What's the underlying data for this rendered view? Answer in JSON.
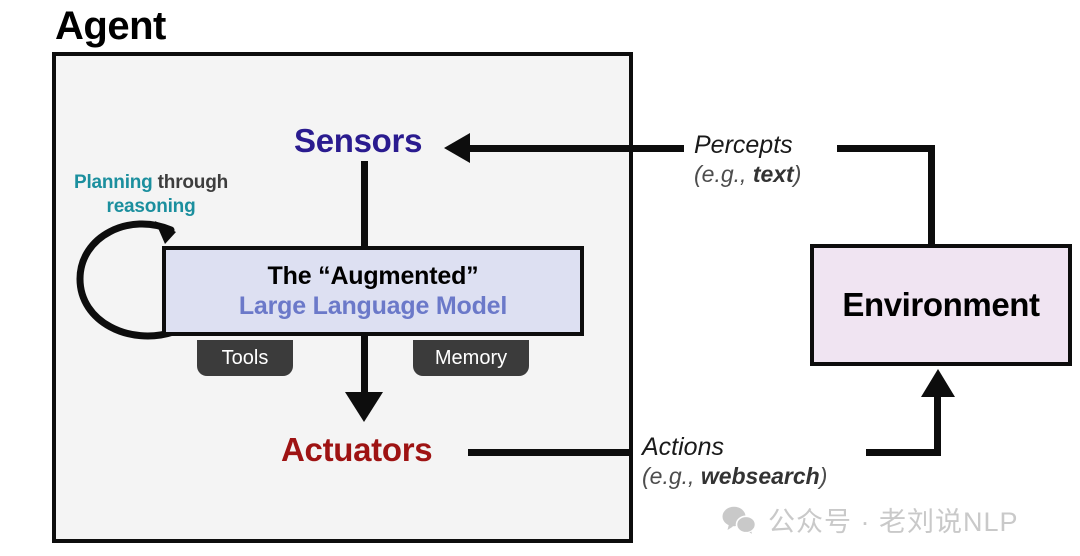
{
  "title": "Agent",
  "agent": {
    "sensors_label": "Sensors",
    "actuators_label": "Actuators",
    "planning": {
      "word1": "Planning",
      "word2": " through",
      "word3": "reasoning"
    },
    "llm": {
      "line1": "The “Augmented”",
      "line2": "Large Language Model"
    },
    "tabs": [
      {
        "label": "Tools"
      },
      {
        "label": "Memory"
      }
    ]
  },
  "environment": {
    "label": "Environment"
  },
  "annotations": {
    "percepts": {
      "main": "Percepts",
      "sub_prefix": "(e.g., ",
      "sub_bold": "text",
      "sub_suffix": ")"
    },
    "actions": {
      "main": "Actions",
      "sub_prefix": "(e.g., ",
      "sub_bold": "websearch",
      "sub_suffix": ")"
    }
  },
  "watermark": {
    "icon": "wechat-icon",
    "text": "公众号 · 老刘说NLP"
  },
  "colors": {
    "sensors": "#2a1b8f",
    "actuators": "#9e1313",
    "planning_accent": "#1b8f9e",
    "llm_fill": "#dde0f2",
    "llm_accent": "#6b79c9",
    "environment_fill": "#f0e4f2",
    "agent_fill": "#f4f4f4",
    "stroke": "#0d0d0d",
    "tab_fill": "#3b3b3b",
    "watermark": "#c9c9c9"
  }
}
